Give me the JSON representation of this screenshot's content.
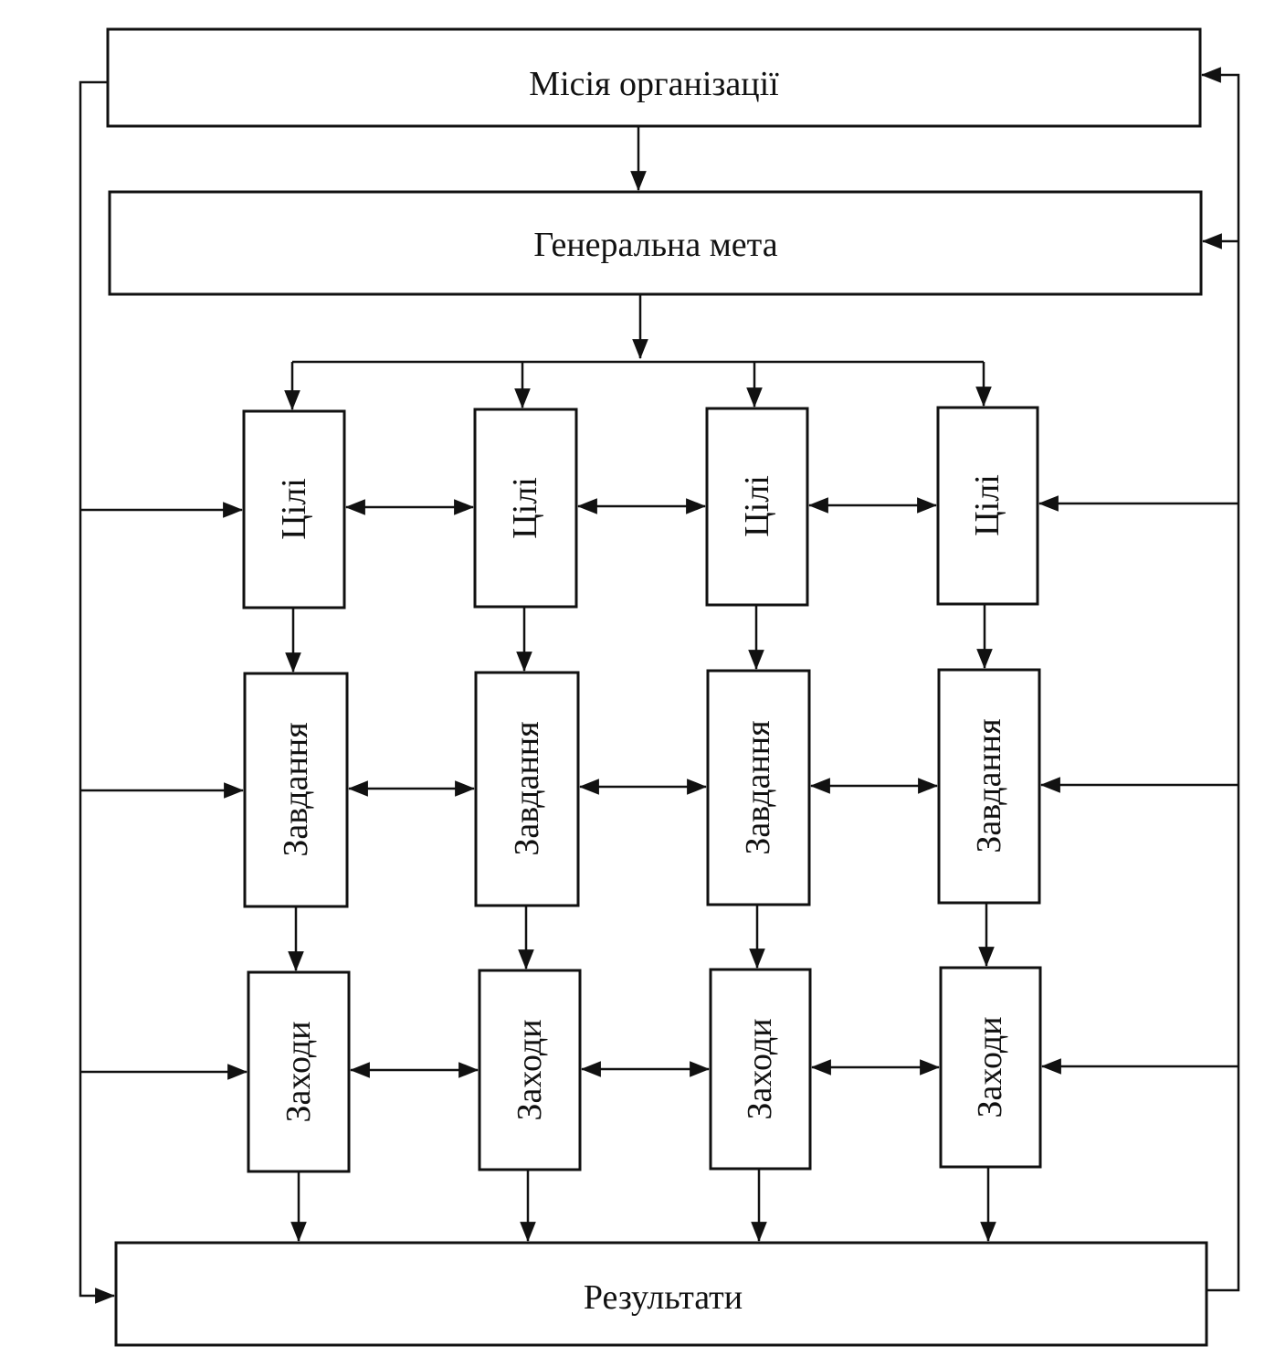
{
  "diagram": {
    "mission": "Місія організації",
    "general_goal": "Генеральна мета",
    "results": "Результати",
    "columns": [
      {
        "goals": "Цілі",
        "tasks": "Завдання",
        "measures": "Заходи"
      },
      {
        "goals": "Цілі",
        "tasks": "Завдання",
        "measures": "Заходи"
      },
      {
        "goals": "Цілі",
        "tasks": "Завдання",
        "measures": "Заходи"
      },
      {
        "goals": "Цілі",
        "tasks": "Завдання",
        "measures": "Заходи"
      }
    ]
  }
}
